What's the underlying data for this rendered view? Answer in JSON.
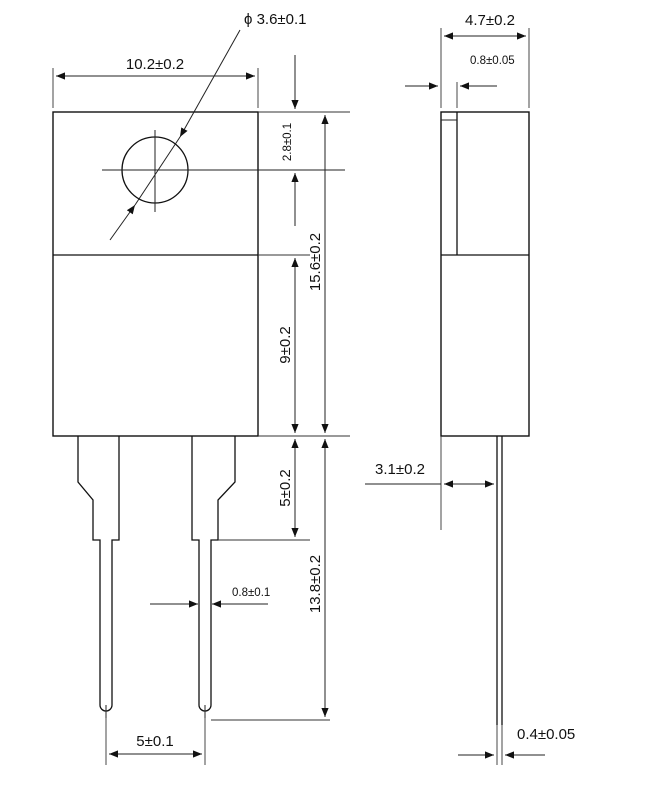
{
  "front_view": {
    "dim_width": "10.2±0.2",
    "dim_hole": "ϕ 3.6±0.1",
    "dim_hole_offset": "2.8±0.1",
    "dim_body_height": "15.6±0.2",
    "dim_body_lower": "9±0.2",
    "dim_lead_shoulder": "5±0.2",
    "dim_lead_length": "13.8±0.2",
    "dim_lead_width": "0.8±0.1",
    "dim_lead_pitch": "5±0.1"
  },
  "side_view": {
    "dim_thickness": "4.7±0.2",
    "dim_tab_thickness": "0.8±0.05",
    "dim_lead_offset": "3.1±0.2",
    "dim_lead_thickness": "0.4±0.05"
  }
}
